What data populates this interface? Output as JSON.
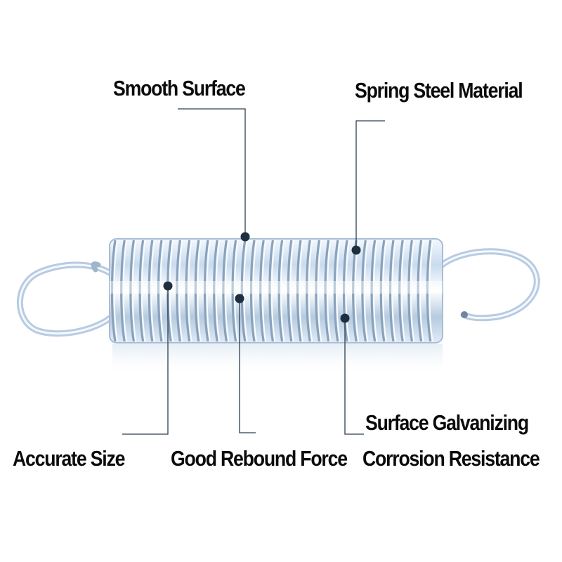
{
  "labels": {
    "smooth_surface": "Smooth Surface",
    "spring_steel_material": "Spring Steel Material",
    "surface_galvanizing": "Surface Galvanizing",
    "accurate_size": "Accurate Size",
    "good_rebound_force": "Good Rebound Force",
    "corrosion_resistance": "Corrosion Resistance"
  },
  "colors": {
    "label_text": "#0b0b0b",
    "callout_line": "#2c3e50",
    "callout_dot": "#1f2f40",
    "spring_light": "#e7f1fb",
    "spring_mid": "#9fb8d2",
    "spring_dark": "#5f7791"
  }
}
